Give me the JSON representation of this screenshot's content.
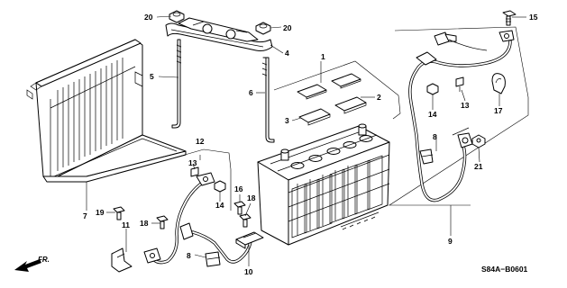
{
  "diagram": {
    "callouts": {
      "p1": "1",
      "p2": "2",
      "p3": "3",
      "p4": "4",
      "p5": "5",
      "p6": "6",
      "p7": "7",
      "p8a": "8",
      "p8b": "8",
      "p9": "9",
      "p10": "10",
      "p11": "11",
      "p12": "12",
      "p13a": "13",
      "p13b": "13",
      "p14a": "14",
      "p14b": "14",
      "p15": "15",
      "p16": "16",
      "p17": "17",
      "p18a": "18",
      "p18b": "18",
      "p19": "19",
      "p20a": "20",
      "p20b": "20",
      "p21": "21"
    },
    "direction_label": "FR.",
    "diagram_code": "S84A−B0601"
  }
}
